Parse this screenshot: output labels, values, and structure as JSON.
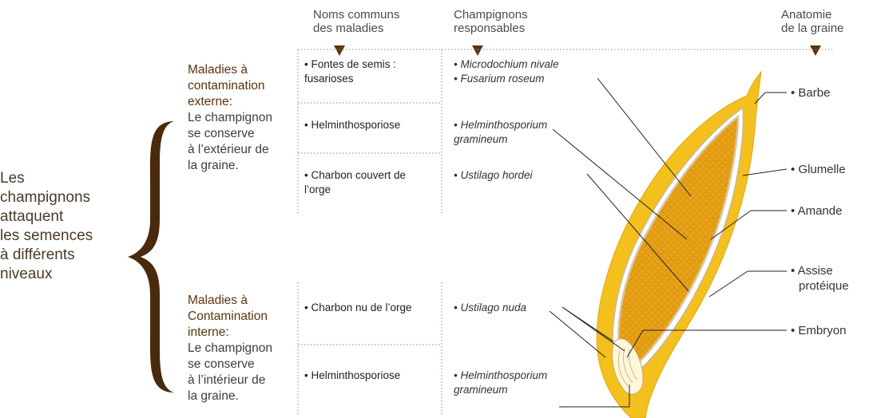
{
  "headers": {
    "disease_names": [
      "Noms communs",
      "des maladies"
    ],
    "fungi": [
      "Champignons",
      "responsables"
    ],
    "anatomy": [
      "Anatomie",
      "de la graine"
    ]
  },
  "brace_label": [
    "Les",
    "champignons",
    "attaquent",
    "les semences",
    "à différents",
    "niveaux"
  ],
  "external": {
    "title": [
      "Maladies à",
      "contamination",
      "externe:"
    ],
    "desc": [
      "Le champignon",
      "se conserve",
      "à l’extérieur de",
      "la graine."
    ]
  },
  "internal": {
    "title": [
      "Maladies à",
      "Contamination",
      "interne:"
    ],
    "desc": [
      "Le champignon",
      "se conserve",
      "à l’intérieur de",
      "la graine."
    ]
  },
  "rows_external": [
    {
      "disease": [
        "• Fontes de semis :",
        "fusarioses"
      ],
      "fungi": [
        "• Microdochium nivale",
        "• Fusarium roseum"
      ]
    },
    {
      "disease": [
        "• Helminthosporiose"
      ],
      "fungi": [
        "• Helminthosporium",
        "gramineum"
      ]
    },
    {
      "disease": [
        "• Charbon couvert de",
        "l’orge"
      ],
      "fungi": [
        "• Ustilago hordei"
      ]
    }
  ],
  "rows_internal": [
    {
      "disease": [
        "• Charbon nu de l’orge"
      ],
      "fungi": [
        "• Ustilago nuda"
      ]
    },
    {
      "disease": [
        "• Helminthosporiose"
      ],
      "fungi": [
        "• Helminthosporium",
        "gramineum"
      ]
    }
  ],
  "anatomy_labels": {
    "barbe": "• Barbe",
    "glumelle": "• Glumelle",
    "amande": "• Amande",
    "assise": [
      "• Assise",
      "protéique"
    ],
    "embryon": "• Embryon"
  },
  "colors": {
    "arrow": "#5a3410",
    "brace": "#4a2a0c",
    "seed_orange": "#e8a317",
    "husk_yellow": "#f3c01d",
    "dotted": "#9a8a6a"
  }
}
